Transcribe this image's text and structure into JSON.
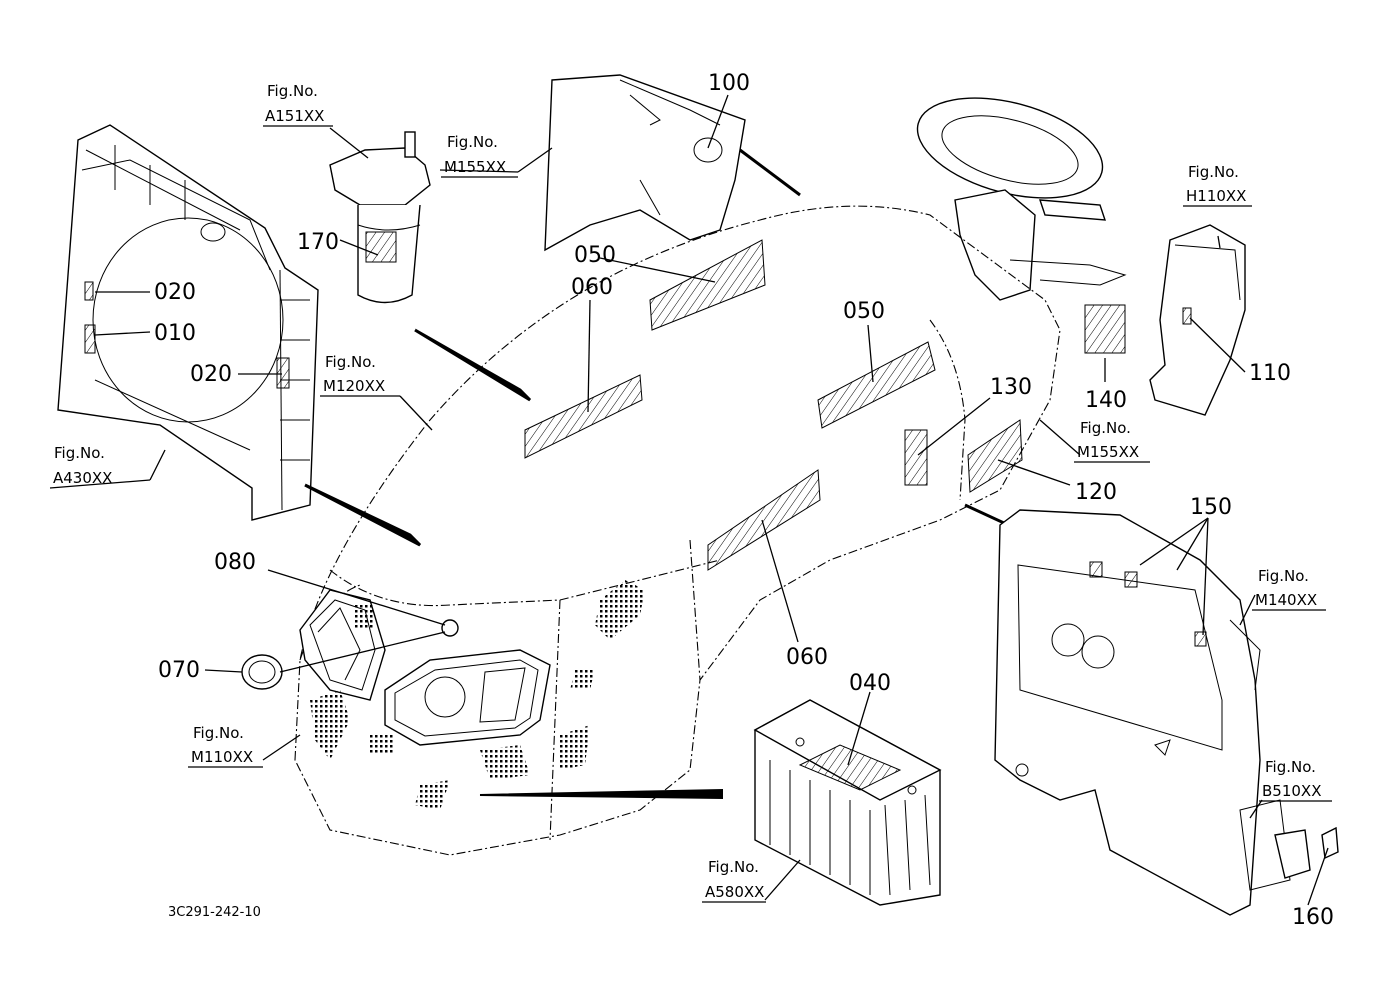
{
  "drawing_code": "3C291-242-10",
  "callouts": {
    "c010": "010",
    "c020a": "020",
    "c020b": "020",
    "c040": "040",
    "c050a": "050",
    "c050b": "050",
    "c060a": "060",
    "c060b": "060",
    "c070": "070",
    "c080": "080",
    "c100": "100",
    "c110": "110",
    "c120": "120",
    "c130": "130",
    "c140": "140",
    "c150": "150",
    "c160": "160",
    "c170": "170"
  },
  "fig_refs": {
    "a151": {
      "label": "Fig.No.",
      "code": "A151XX"
    },
    "m155_top": {
      "label": "Fig.No.",
      "code": "M155XX"
    },
    "h110": {
      "label": "Fig.No.",
      "code": "H110XX"
    },
    "m120": {
      "label": "Fig.No.",
      "code": "M120XX"
    },
    "a430": {
      "label": "Fig.No.",
      "code": "A430XX"
    },
    "m155_right": {
      "label": "Fig.No.",
      "code": "M155XX"
    },
    "m140": {
      "label": "Fig.No.",
      "code": "M140XX"
    },
    "m110": {
      "label": "Fig.No.",
      "code": "M110XX"
    },
    "b510": {
      "label": "Fig.No.",
      "code": "B510XX"
    },
    "a580": {
      "label": "Fig.No.",
      "code": "A580XX"
    }
  }
}
